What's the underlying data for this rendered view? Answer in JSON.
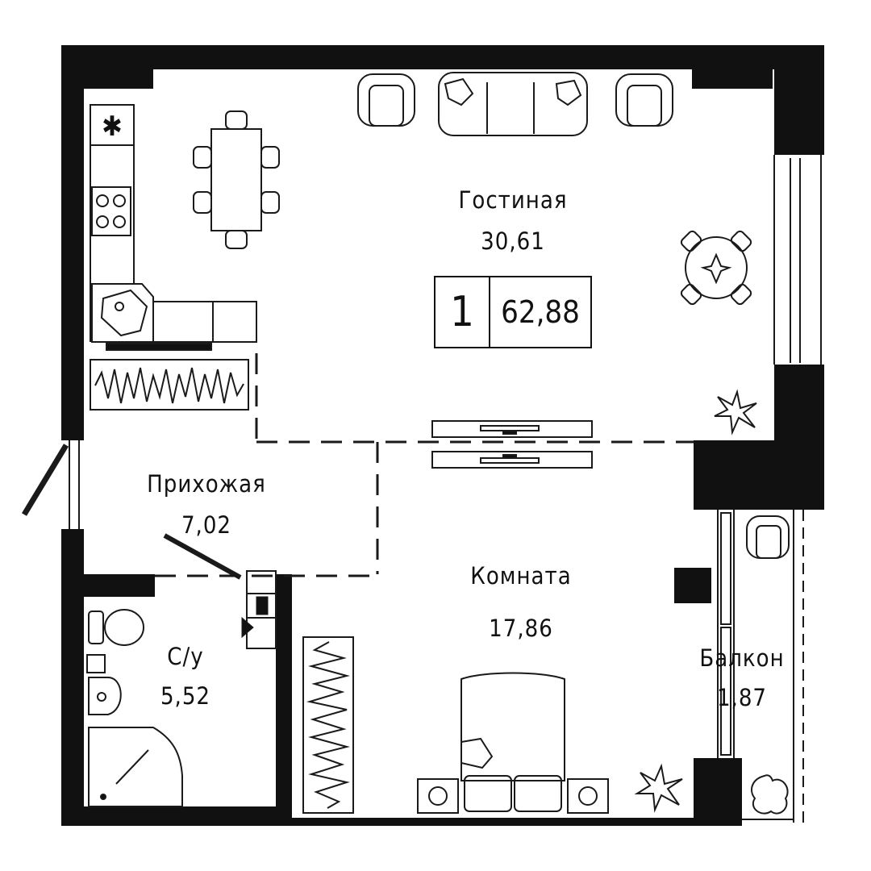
{
  "plan": {
    "rooms_count": "1",
    "total_area": "62,88",
    "rooms": [
      {
        "name": "Гостиная",
        "area": "30,61"
      },
      {
        "name": "Прихожая",
        "area": "7,02"
      },
      {
        "name": "Комната",
        "area": "17,86"
      },
      {
        "name": "С/у",
        "area": "5,52"
      },
      {
        "name": "Балкон",
        "area": "1,87"
      }
    ],
    "fridge_symbol": "✱",
    "colors": {
      "wall": "#111111",
      "line": "#1a1a1a",
      "background": "#ffffff"
    }
  }
}
